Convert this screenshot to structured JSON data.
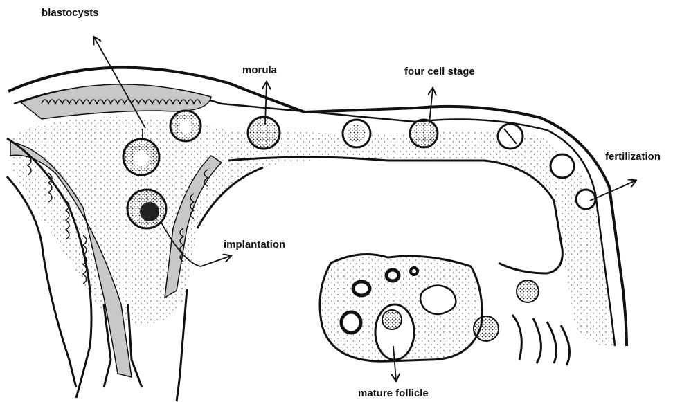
{
  "labels": {
    "blastocysts": "blastocysts",
    "morula": "morula",
    "four_cell_stage": "four cell stage",
    "fertilization": "fertilization",
    "implantation": "implantation",
    "mature_follicle": "mature follicle"
  },
  "colors": {
    "ink": "#111111",
    "endometrium_fill": "#c8c8c8",
    "paper": "#ffffff"
  }
}
